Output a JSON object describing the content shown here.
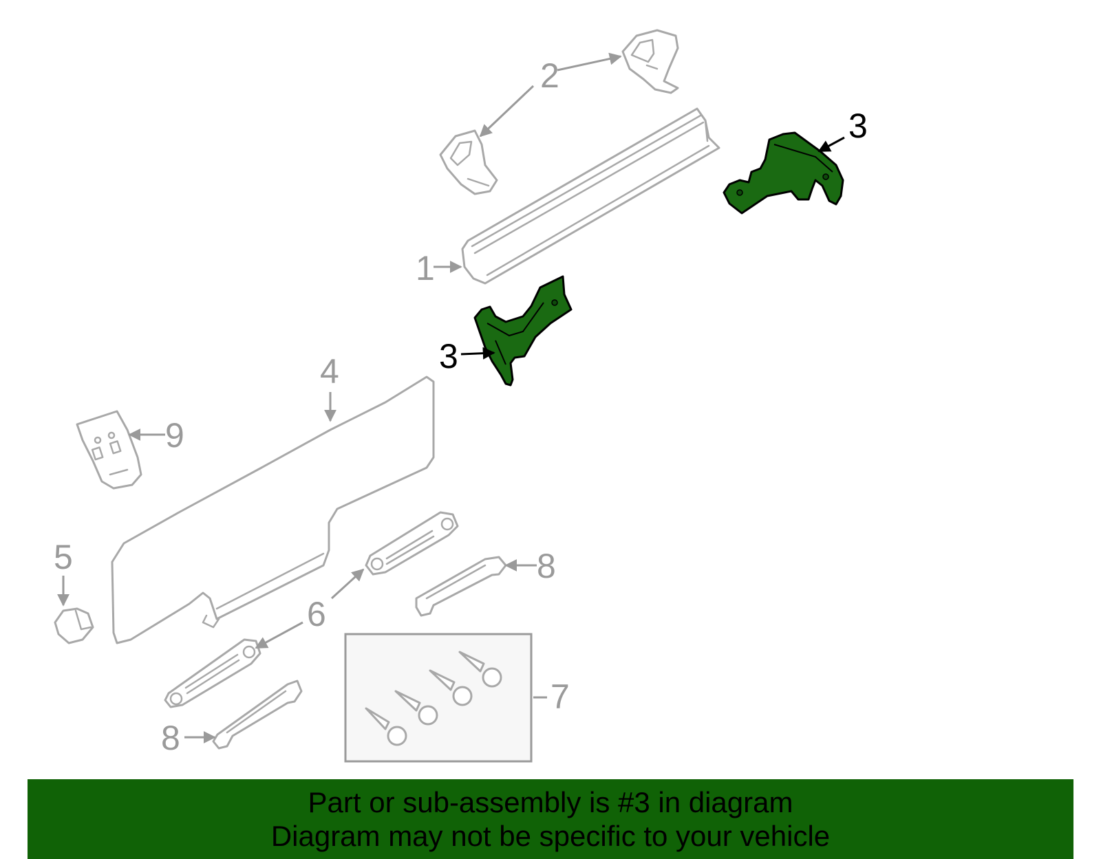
{
  "diagram": {
    "callouts": {
      "c1": "1",
      "c2": "2",
      "c3a": "3",
      "c3b": "3",
      "c4": "4",
      "c5": "5",
      "c6": "6",
      "c7": "7",
      "c8a": "8",
      "c8b": "8",
      "c9": "9"
    },
    "highlight_color": "#1a6a12",
    "part_outline_color": "#a8a8a8"
  },
  "banner": {
    "line1": "Part or sub-assembly is #3 in diagram",
    "line2": "Diagram may not be specific to your vehicle",
    "background": "#106206"
  }
}
